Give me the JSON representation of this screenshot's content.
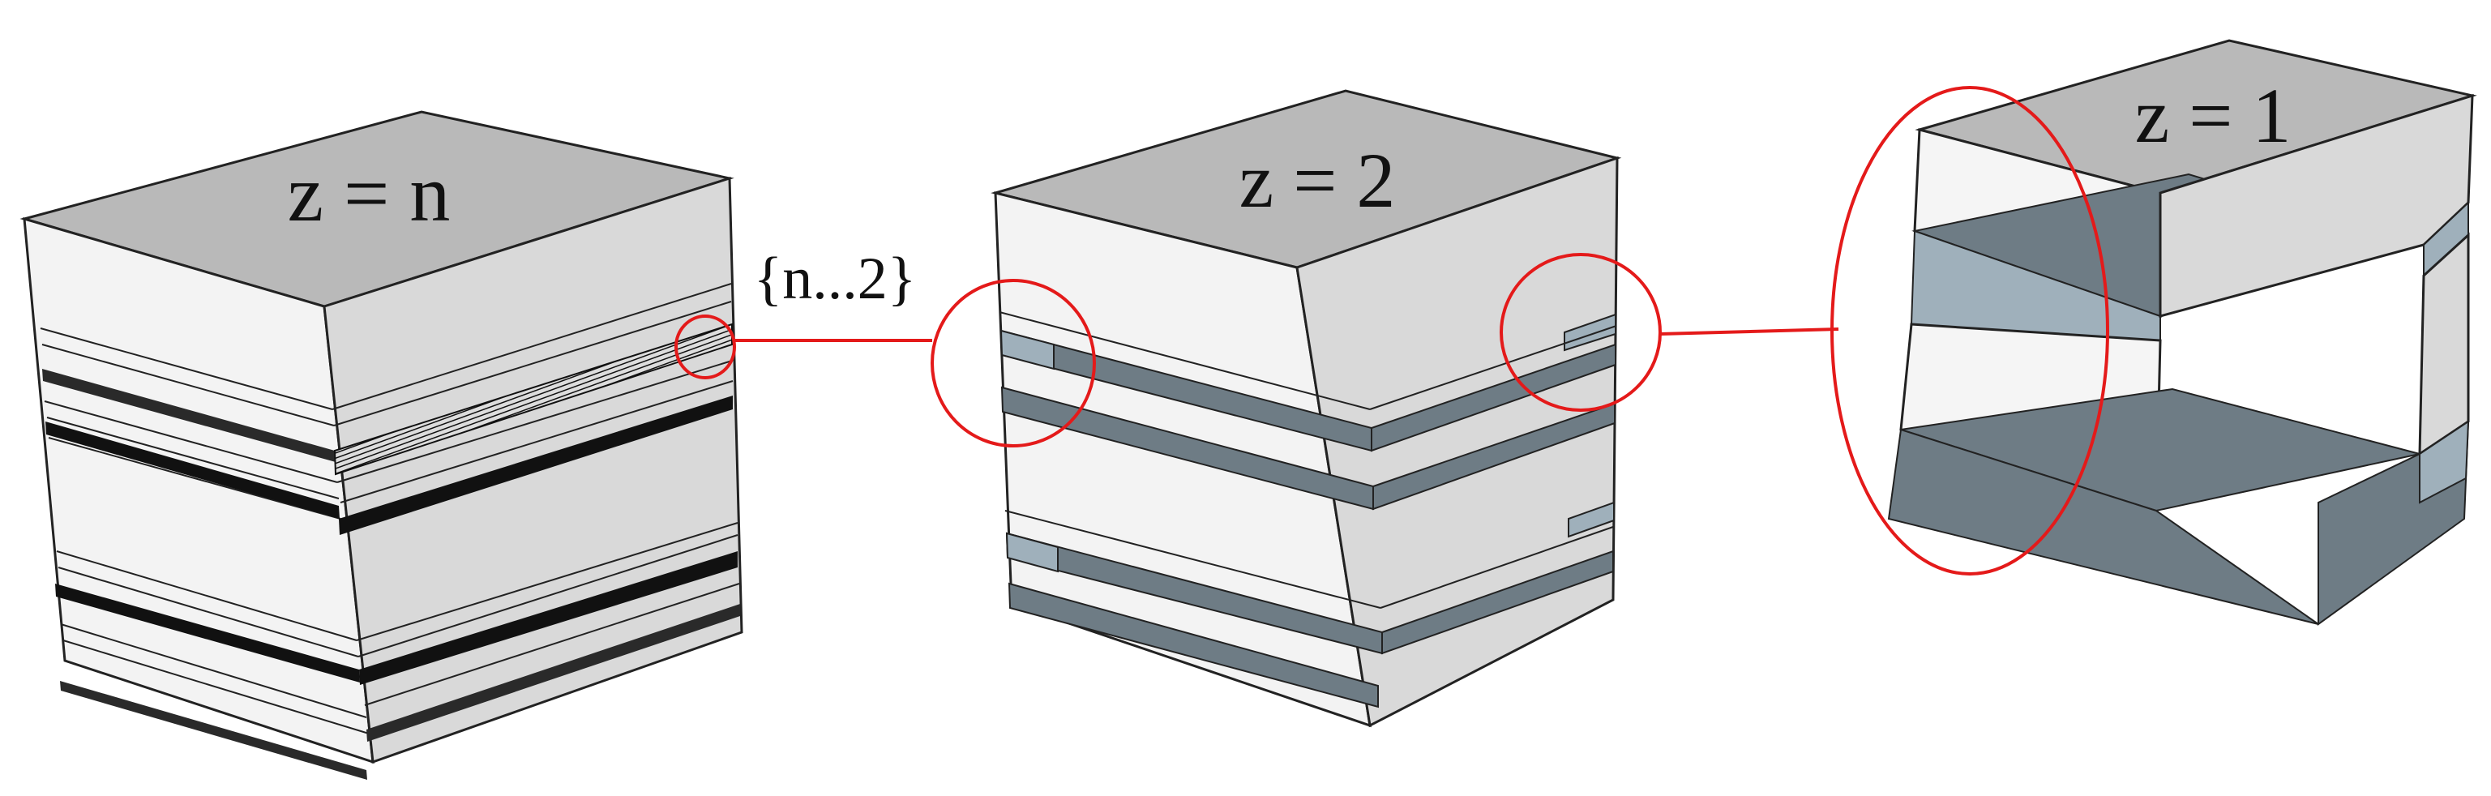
{
  "diagram": {
    "cubes": [
      {
        "id": "cube-n",
        "label": "z = n"
      },
      {
        "id": "cube-2",
        "label": "z = 2"
      },
      {
        "id": "cube-1",
        "label": "z = 1"
      }
    ],
    "range_label": "{n...2}",
    "colors": {
      "top": "#b9b9b9",
      "front": "#f3f3f3",
      "side": "#d9d9d9",
      "cavity_dark": "#6e7c85",
      "cavity_light": "#9fb0bb",
      "dense_band": "#2a2a2a",
      "edge": "#222222",
      "highlight": "#e41a1a"
    }
  }
}
